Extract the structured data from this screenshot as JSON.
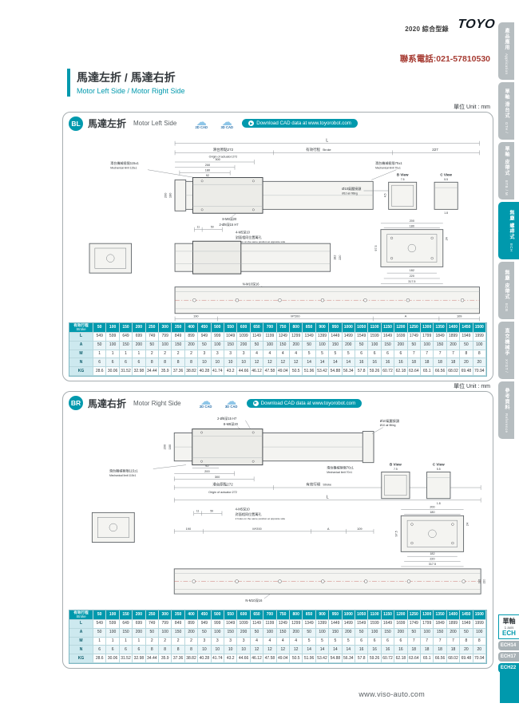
{
  "header": {
    "catalog": "2020 綜合型錄",
    "logo": "TOYO",
    "phone": "聯系電話:021-57810530"
  },
  "title": {
    "zh": "馬達左折 / 馬達右折",
    "en": "Motor Left Side / Motor Right Side"
  },
  "unit_note": "單位 Unit : mm",
  "sections": {
    "bl": {
      "badge": "BL",
      "title_zh": "馬達左折",
      "title_en": "Motor Left Side"
    },
    "br": {
      "badge": "BR",
      "title_zh": "馬達右折",
      "title_en": "Motor Right Side"
    }
  },
  "cad": {
    "cad2d": "2D CAD",
    "cad3d": "3D CAD",
    "download": "Download CAD data at www.toyorobot.com"
  },
  "dw": {
    "L": "L",
    "origin_zh": "滑台原點272",
    "origin_en": "Origin of actuator:272",
    "stroke_zh": "有效行程",
    "stroke_en": "Stroke",
    "d227": "227",
    "mech115_zh": "滑台機械極限115±1",
    "mech115_en": "Mechanical limit 115±1",
    "mech70_zh": "滑台機械極限70±1",
    "mech70_en": "Mechanical limit 70±1",
    "d300": "300",
    "d200": "200",
    "d180": "180",
    "d92": "92",
    "bview": "B View",
    "cview": "C View",
    "air_zh": "Ø10氣壓接頭",
    "air_en": "Ø10 air fitting",
    "d75": "7.5",
    "d55": "5.5",
    "d45": "4.5",
    "d18": "1.8",
    "holes8": "8-M8深20",
    "holes2": "2-Ø8深15 H7",
    "holes4": "4-M5深10",
    "opp_zh": "對面相同位置萬孔",
    "opp_en": "2 holes on the same position at opposite side",
    "d11": "11",
    "d50": "50",
    "v200": "200",
    "v180": "180",
    "e200": "200",
    "e180": "180",
    "e182": "182",
    "e220": "220",
    "e3175": "317.5",
    "e975": "97.5",
    "e24": "24",
    "nm10": "N-M10深16",
    "b190": "190",
    "bM": "M*200",
    "bA": "A",
    "b109": "109",
    "p182": "182",
    "p220": "220"
  },
  "stroke_table": {
    "corner_zh": "有效行程",
    "corner_en": "Stroke",
    "strokes": [
      50,
      100,
      150,
      200,
      250,
      300,
      350,
      400,
      450,
      500,
      550,
      600,
      650,
      700,
      750,
      800,
      850,
      900,
      950,
      1000,
      1050,
      1100,
      1150,
      1200,
      1250,
      1300,
      1350,
      1400,
      1450,
      1500
    ],
    "rows": [
      {
        "label": "L",
        "values": [
          549,
          599,
          649,
          699,
          749,
          799,
          849,
          899,
          949,
          999,
          1049,
          1099,
          1149,
          1199,
          1249,
          1299,
          1349,
          1399,
          1449,
          1499,
          1549,
          1599,
          1649,
          1699,
          1749,
          1799,
          1849,
          1899,
          1949,
          1999
        ]
      },
      {
        "label": "A",
        "values": [
          50,
          100,
          150,
          200,
          50,
          100,
          150,
          200,
          50,
          100,
          150,
          200,
          50,
          100,
          150,
          200,
          50,
          100,
          150,
          200,
          50,
          100,
          150,
          200,
          50,
          100,
          150,
          200,
          50,
          100
        ]
      },
      {
        "label": "M",
        "values": [
          1,
          1,
          1,
          1,
          2,
          2,
          2,
          2,
          3,
          3,
          3,
          3,
          4,
          4,
          4,
          4,
          5,
          5,
          5,
          5,
          6,
          6,
          6,
          6,
          7,
          7,
          7,
          7,
          8,
          8
        ]
      },
      {
        "label": "N",
        "values": [
          6,
          6,
          6,
          6,
          8,
          8,
          8,
          8,
          10,
          10,
          10,
          10,
          12,
          12,
          12,
          12,
          14,
          14,
          14,
          14,
          16,
          16,
          16,
          16,
          18,
          18,
          18,
          18,
          20,
          20
        ]
      },
      {
        "label": "KG",
        "values": [
          28.6,
          30.06,
          31.52,
          32.98,
          34.44,
          35.9,
          37.36,
          38.82,
          40.28,
          41.74,
          43.2,
          44.66,
          46.12,
          47.58,
          49.04,
          50.5,
          51.96,
          53.42,
          54.88,
          56.34,
          57.8,
          59.26,
          60.72,
          62.18,
          63.64,
          65.1,
          66.56,
          68.02,
          69.48,
          70.94
        ]
      }
    ]
  },
  "sidebar": {
    "tabs": [
      {
        "zh": "產品應用",
        "en": "Application"
      },
      {
        "zh": "單軸 滑台式",
        "en": "GTH / GTY / ETH / Y"
      },
      {
        "zh": "單軸 皮帶式",
        "en": "ETB / M"
      },
      {
        "zh": "無塵 螺桿式",
        "en": "ECH Series"
      },
      {
        "zh": "無塵 皮帶式",
        "en": "ECB"
      },
      {
        "zh": "直交機械手",
        "en": "XYGT / XYTH / XYTB"
      },
      {
        "zh": "參考資料",
        "en": "Reference"
      }
    ]
  },
  "bottom_nav": {
    "series_zh": "單軸",
    "series_en": "1 axis",
    "series_code": "ECH",
    "items": [
      "ECH14",
      "ECH17",
      "ECH22"
    ]
  },
  "footer": {
    "url": "www.viso-auto.com"
  },
  "colors": {
    "accent": "#0099ad",
    "phone_red": "#a63b32",
    "b_view_blue": "#1f6fb5",
    "c_view_orange": "#d9782d"
  }
}
